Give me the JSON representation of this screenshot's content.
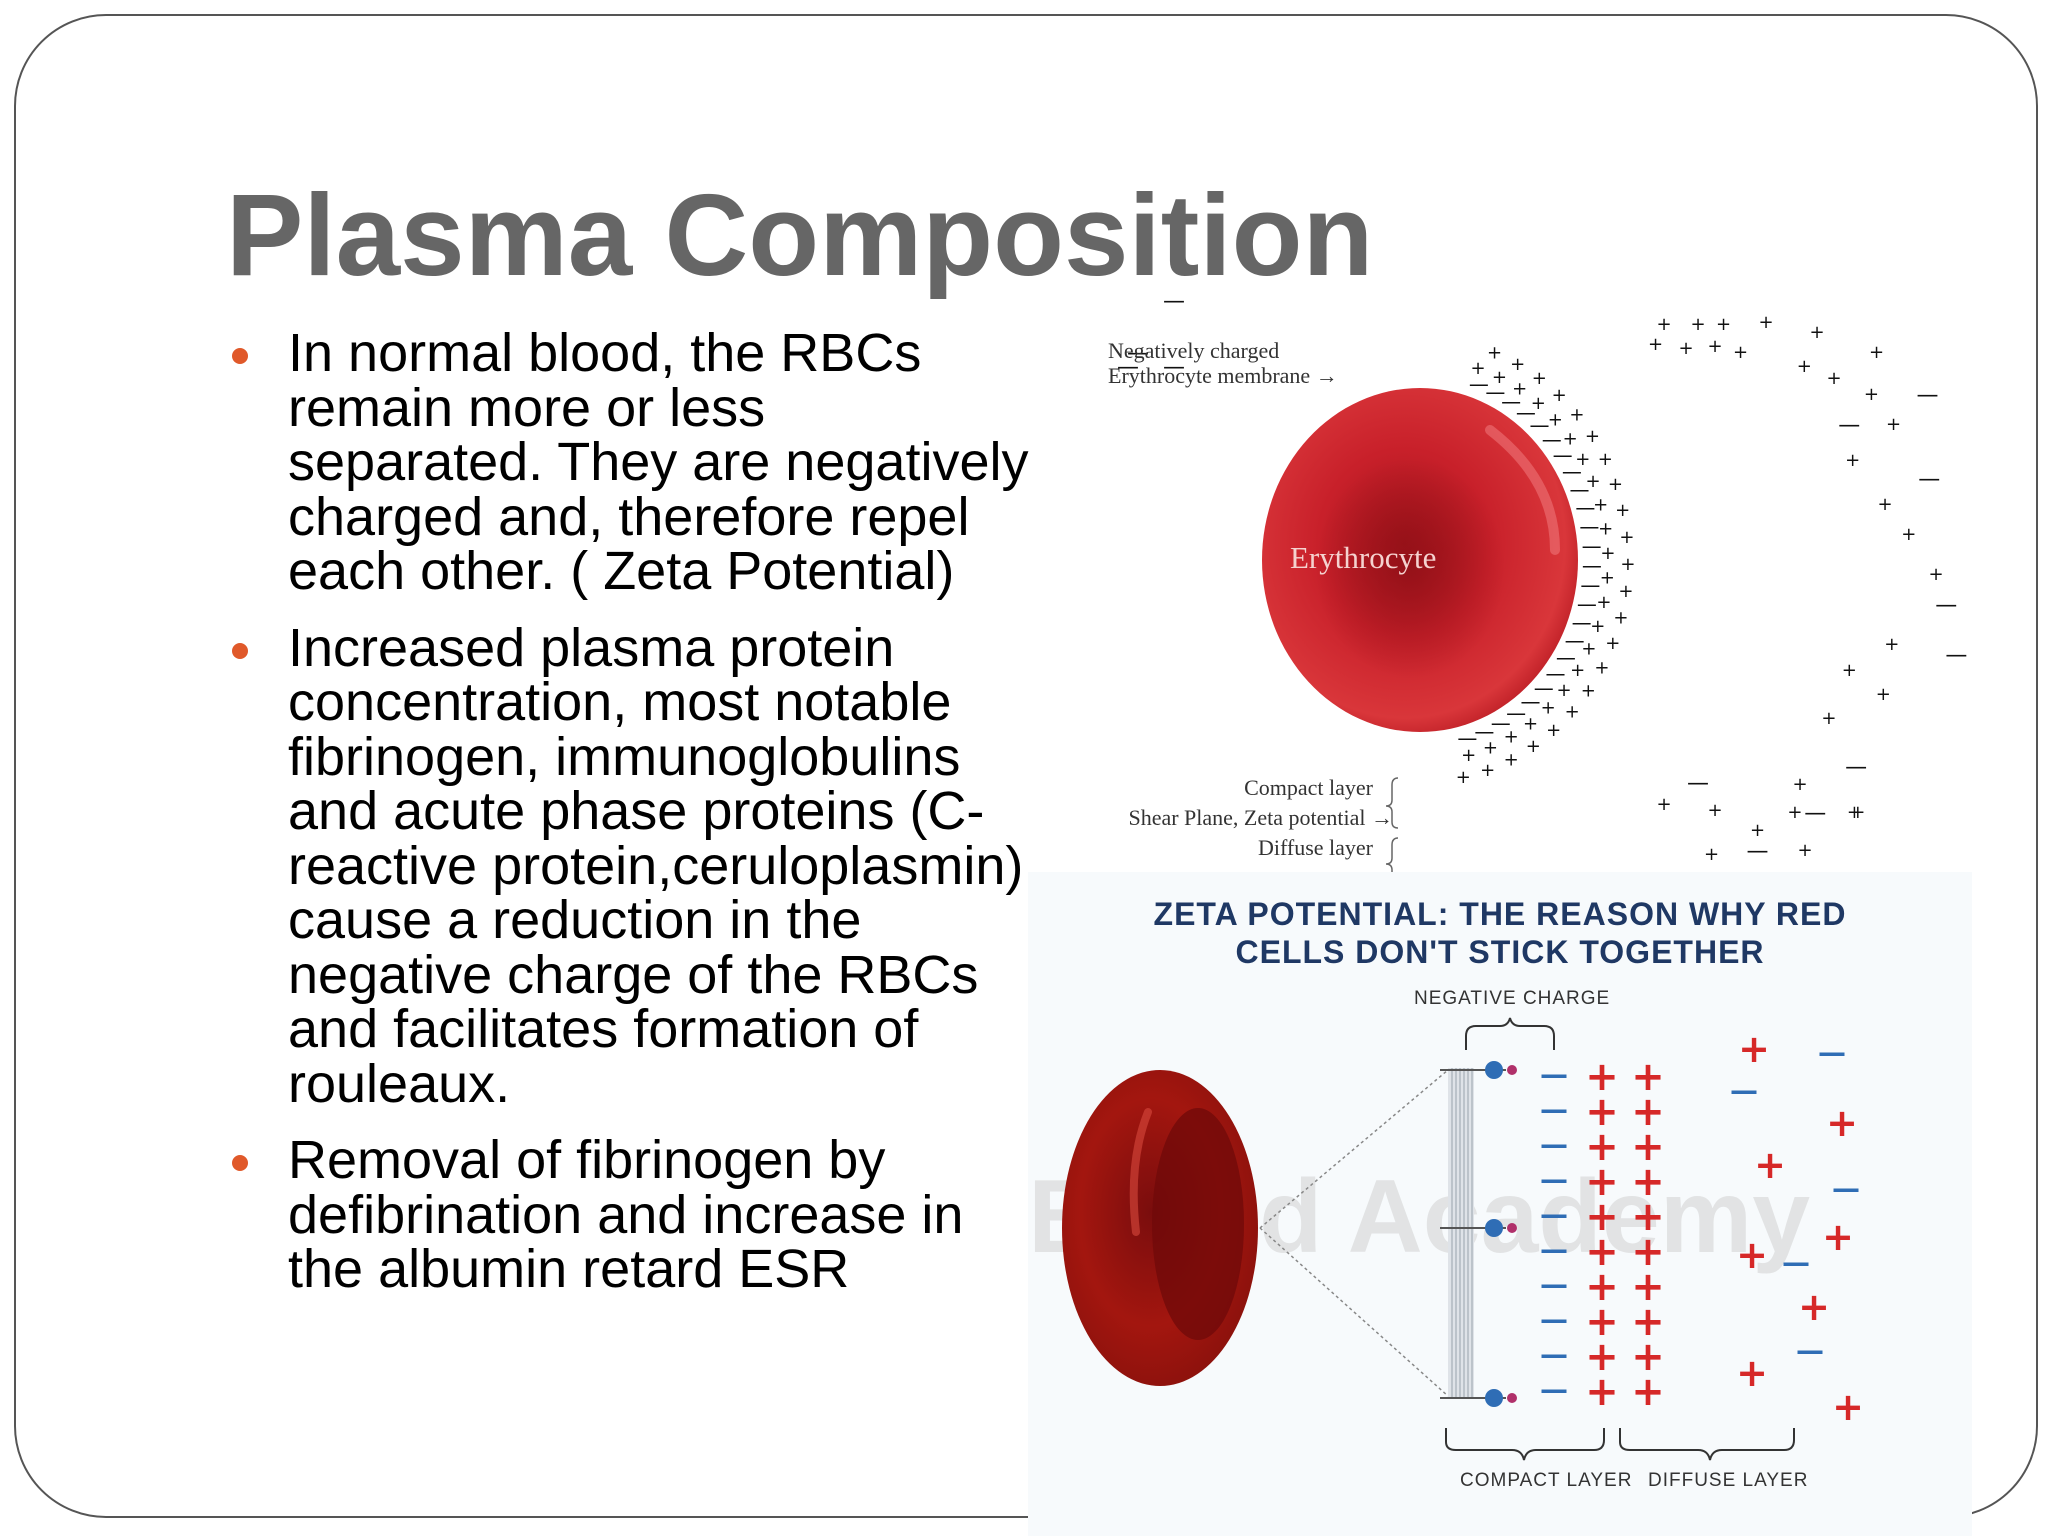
{
  "title": "Plasma Composition",
  "bullets": [
    "In normal blood, the RBCs remain more or less separated. They are negatively charged and, therefore repel each other. ( Zeta Potential)",
    "Increased plasma protein concentration, most notable fibrinogen, immunoglobulins and acute phase proteins (C-reactive protein,ceruloplasmin) cause a reduction in the negative charge of the RBCs and facilitates formation of rouleaux.",
    "Removal of fibrinogen by defibrination  and increase in the albumin retard ESR"
  ],
  "figure_top": {
    "membrane_label_line1": "Negatively charged",
    "membrane_label_line2": "Erythrocyte membrane →",
    "cell_label": "Erythrocyte",
    "compact_layer_label": "Compact layer",
    "shear_plane_label": "Shear Plane, Zeta potential →",
    "diffuse_layer_label": "Diffuse layer"
  },
  "figure_bottom": {
    "title_line1": "ZETA POTENTIAL: THE REASON WHY RED",
    "title_line2": "CELLS DON'T STICK TOGETHER",
    "negative_charge_label": "NEGATIVE CHARGE",
    "compact_layer_label": "COMPACT LAYER",
    "diffuse_layer_label": "DIFFUSE LAYER",
    "watermark": "Blood Academy"
  },
  "colors": {
    "title": "#666666",
    "bullet": "#e0592a",
    "rbc": "#c8202a",
    "zeta_title": "#1f3864",
    "plus": "#d62828",
    "minus": "#2f6db5"
  }
}
